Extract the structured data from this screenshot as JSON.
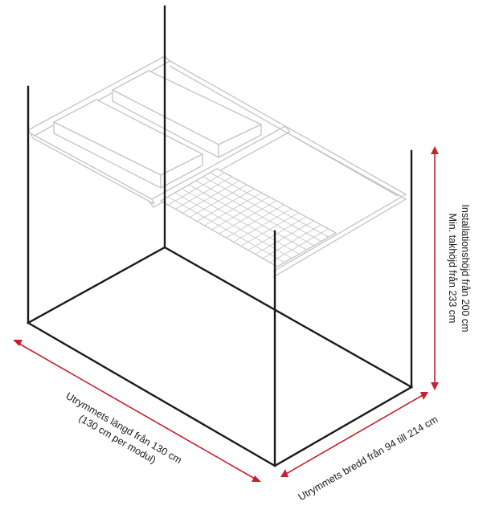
{
  "colors": {
    "frame": "#1a1a1a",
    "rack": "#c4c4c4",
    "dimension_arrows": "#c8202e",
    "background": "#ffffff"
  },
  "labels": {
    "length_line1": "Utrymmets längd från 130 cm",
    "length_line2": "(130 cm per modul)",
    "width": "Utrymmets bredd från 94 till 214 cm",
    "height_line1": "Installationshöjd från 200 cm",
    "height_line2": "Min. takhöjd från 233 cm"
  }
}
